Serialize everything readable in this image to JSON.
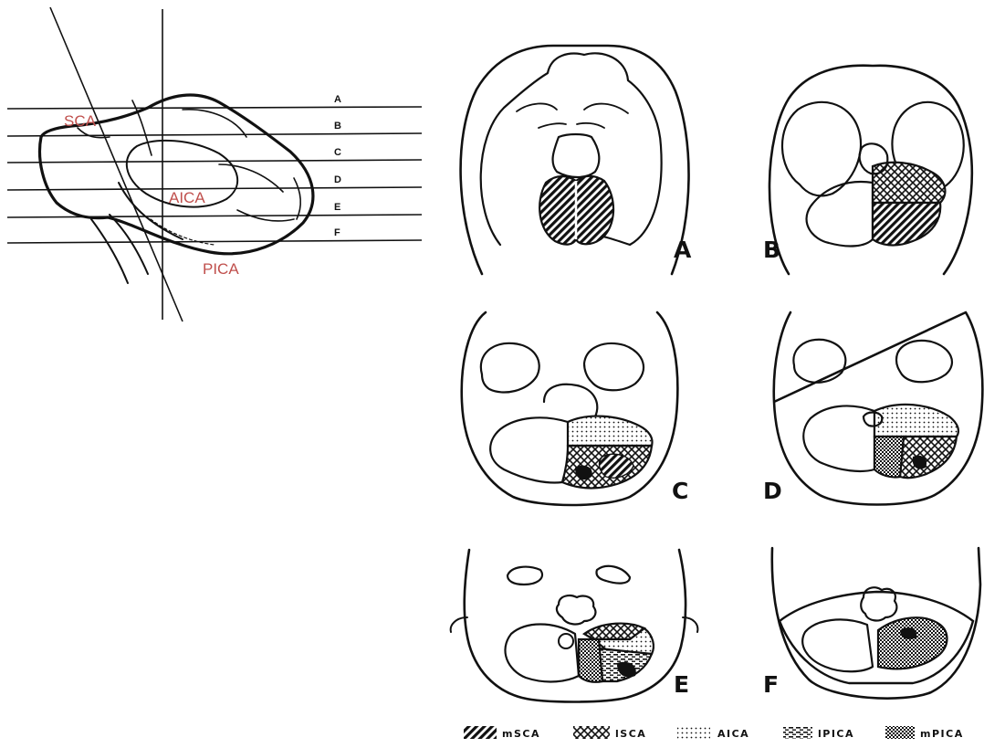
{
  "lateral_view": {
    "labels": {
      "sca": "SCA",
      "aica": "AICA",
      "pica": "PICA"
    },
    "levels": [
      "A",
      "B",
      "C",
      "D",
      "E",
      "F"
    ],
    "label_color": "#c0504d"
  },
  "panels": [
    {
      "letter": "A"
    },
    {
      "letter": "B"
    },
    {
      "letter": "C"
    },
    {
      "letter": "D"
    },
    {
      "letter": "E"
    },
    {
      "letter": "F"
    }
  ],
  "legend": [
    {
      "pattern": "diagonal-hatch",
      "label": "mSCA"
    },
    {
      "pattern": "crosshatch",
      "label": "lSCA"
    },
    {
      "pattern": "dots",
      "label": "AICA"
    },
    {
      "pattern": "dashes",
      "label": "lPICA"
    },
    {
      "pattern": "dense-checker",
      "label": "mPICA"
    }
  ]
}
